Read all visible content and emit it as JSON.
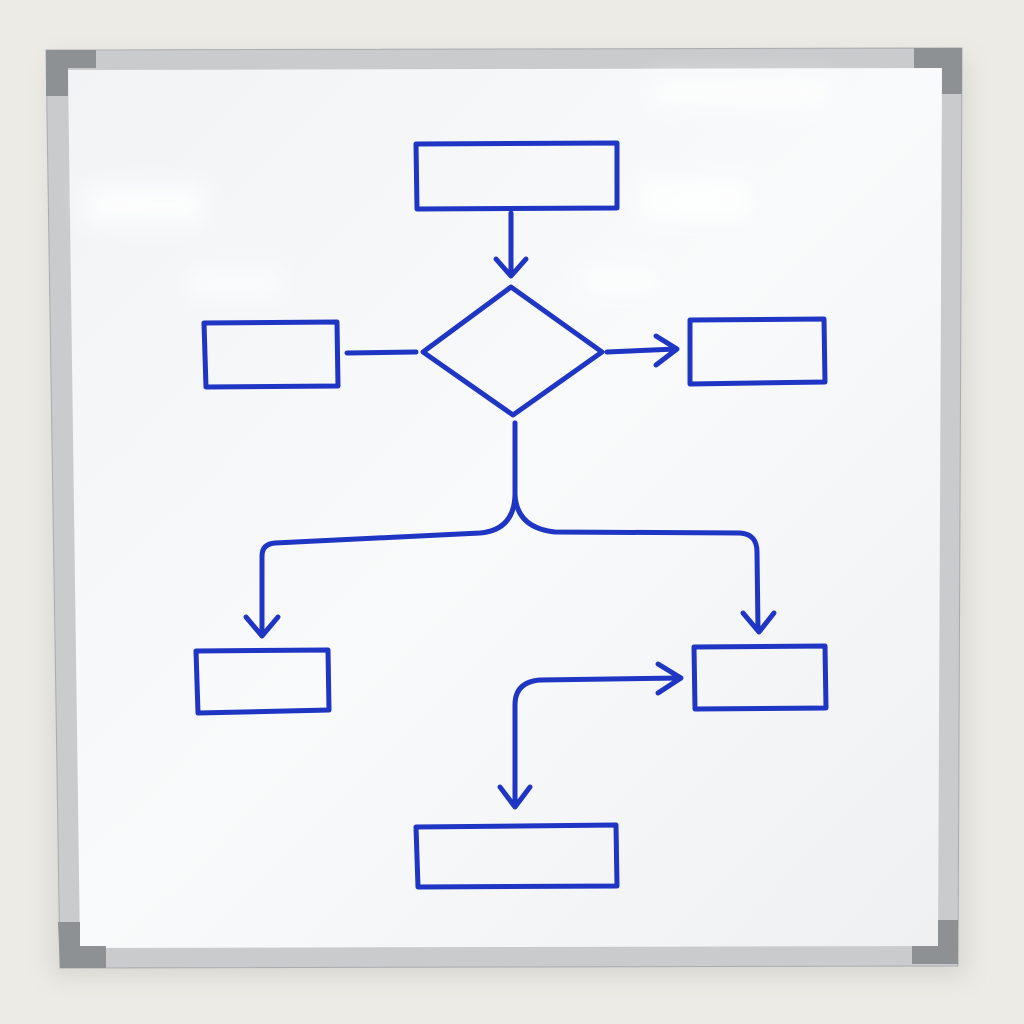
{
  "scene": {
    "wall_color": "#ecebe6",
    "frame_color": "#c9cbcd",
    "corner_color": "#8e9194",
    "board_color": "#f7f8f9",
    "marker_color": "#1f35c4"
  },
  "diagram": {
    "nodes": [
      {
        "id": "top",
        "shape": "rectangle"
      },
      {
        "id": "decision",
        "shape": "diamond"
      },
      {
        "id": "left",
        "shape": "rectangle"
      },
      {
        "id": "right",
        "shape": "rectangle"
      },
      {
        "id": "bottom-left",
        "shape": "rectangle"
      },
      {
        "id": "bottom-right",
        "shape": "rectangle"
      },
      {
        "id": "bottom",
        "shape": "rectangle"
      }
    ],
    "edges": [
      {
        "from": "top",
        "to": "decision",
        "arrow": true
      },
      {
        "from": "left",
        "to": "decision",
        "arrow": false
      },
      {
        "from": "decision",
        "to": "right",
        "arrow": true
      },
      {
        "from": "decision",
        "to": "bottom-left",
        "arrow": true
      },
      {
        "from": "decision",
        "to": "bottom-right",
        "arrow": true
      },
      {
        "from": "bottom-right",
        "to": "bottom",
        "arrow": "both"
      }
    ]
  }
}
